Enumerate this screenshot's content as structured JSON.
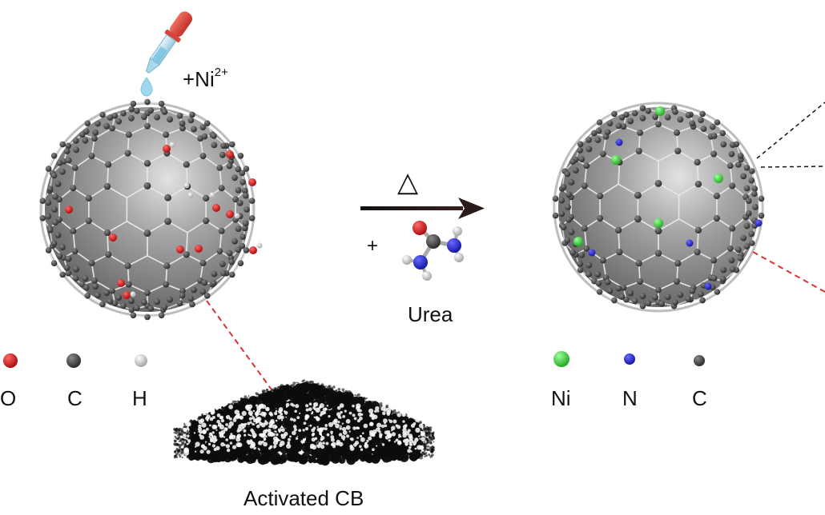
{
  "labels": {
    "ion_prefix": "+Ni",
    "ion_charge": "2+",
    "heat_symbol": "△",
    "plus": "+",
    "urea": "Urea",
    "activated_cb": "Activated CB"
  },
  "legend_left": [
    {
      "label": "O",
      "color": "#d40000"
    },
    {
      "label": "C",
      "color": "#3a3a3a"
    },
    {
      "label": "H",
      "color": "#e8e8e8"
    }
  ],
  "legend_right": [
    {
      "label": "Ni",
      "color": "#22cc22"
    },
    {
      "label": "N",
      "color": "#1010cc"
    },
    {
      "label": "C",
      "color": "#3a3a3a"
    }
  ],
  "colors": {
    "oxygen": "#d40000",
    "carbon": "#3a3a3a",
    "hydrogen": "#e8e8e8",
    "nickel": "#22cc22",
    "nitrogen": "#1010cc",
    "sphere": "#8c8c8c",
    "dropper": "#e34a3a",
    "drop": "#9fd7ef",
    "guide_red": "#e03030",
    "guide_black": "#111111"
  }
}
